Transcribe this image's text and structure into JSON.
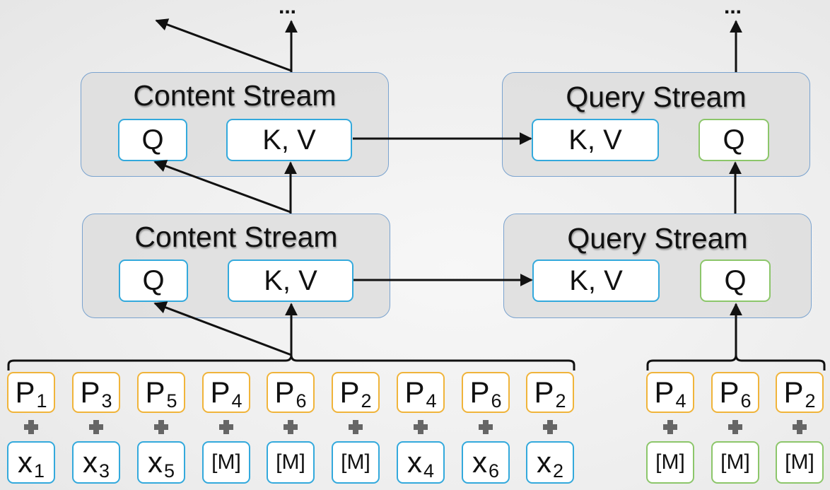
{
  "content_stream": {
    "upper": {
      "title": "Content Stream",
      "q_label": "Q",
      "kv_label": "K, V"
    },
    "lower": {
      "title": "Content Stream",
      "q_label": "Q",
      "kv_label": "K, V"
    }
  },
  "query_stream": {
    "upper": {
      "title": "Query Stream",
      "kv_label": "K, V",
      "q_label": "Q"
    },
    "lower": {
      "title": "Query Stream",
      "kv_label": "K, V",
      "q_label": "Q"
    }
  },
  "continuation": {
    "left": "...",
    "right": "..."
  },
  "content_inputs": [
    {
      "pos": "P",
      "pos_sub": "1",
      "tok": "x",
      "tok_sub": "1",
      "masked": false
    },
    {
      "pos": "P",
      "pos_sub": "3",
      "tok": "x",
      "tok_sub": "3",
      "masked": false
    },
    {
      "pos": "P",
      "pos_sub": "5",
      "tok": "x",
      "tok_sub": "5",
      "masked": false
    },
    {
      "pos": "P",
      "pos_sub": "4",
      "tok": "[M]",
      "tok_sub": "",
      "masked": true
    },
    {
      "pos": "P",
      "pos_sub": "6",
      "tok": "[M]",
      "tok_sub": "",
      "masked": true
    },
    {
      "pos": "P",
      "pos_sub": "2",
      "tok": "[M]",
      "tok_sub": "",
      "masked": true
    },
    {
      "pos": "P",
      "pos_sub": "4",
      "tok": "x",
      "tok_sub": "4",
      "masked": false
    },
    {
      "pos": "P",
      "pos_sub": "6",
      "tok": "x",
      "tok_sub": "6",
      "masked": false
    },
    {
      "pos": "P",
      "pos_sub": "2",
      "tok": "x",
      "tok_sub": "2",
      "masked": false
    }
  ],
  "query_inputs": [
    {
      "pos": "P",
      "pos_sub": "4",
      "tok": "[M]",
      "tok_sub": ""
    },
    {
      "pos": "P",
      "pos_sub": "6",
      "tok": "[M]",
      "tok_sub": ""
    },
    {
      "pos": "P",
      "pos_sub": "2",
      "tok": "[M]",
      "tok_sub": ""
    }
  ],
  "colors": {
    "stream_border": "#7aa3cf",
    "content_box_border": "#33a9dc",
    "query_box_border": "#8cc66a",
    "position_border": "#f0b43a",
    "plus": "#666666",
    "arrow": "#111111"
  }
}
